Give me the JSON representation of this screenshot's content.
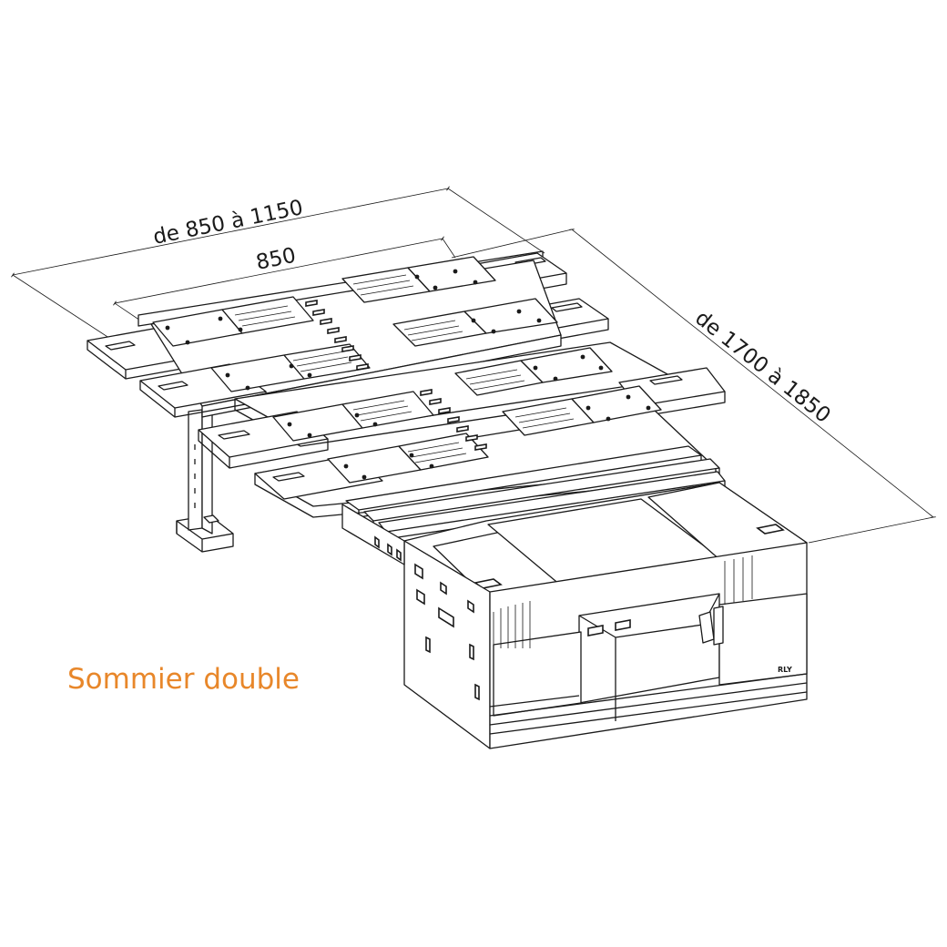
{
  "dimensions": {
    "width_range": "de 850 à 1150",
    "width_fixed": "850",
    "length_range": "de 1700 à 1850"
  },
  "caption": "Sommier double",
  "colors": {
    "caption": "#e8872a",
    "lines": "#1a1a1a"
  },
  "brand_mark": "RLY"
}
